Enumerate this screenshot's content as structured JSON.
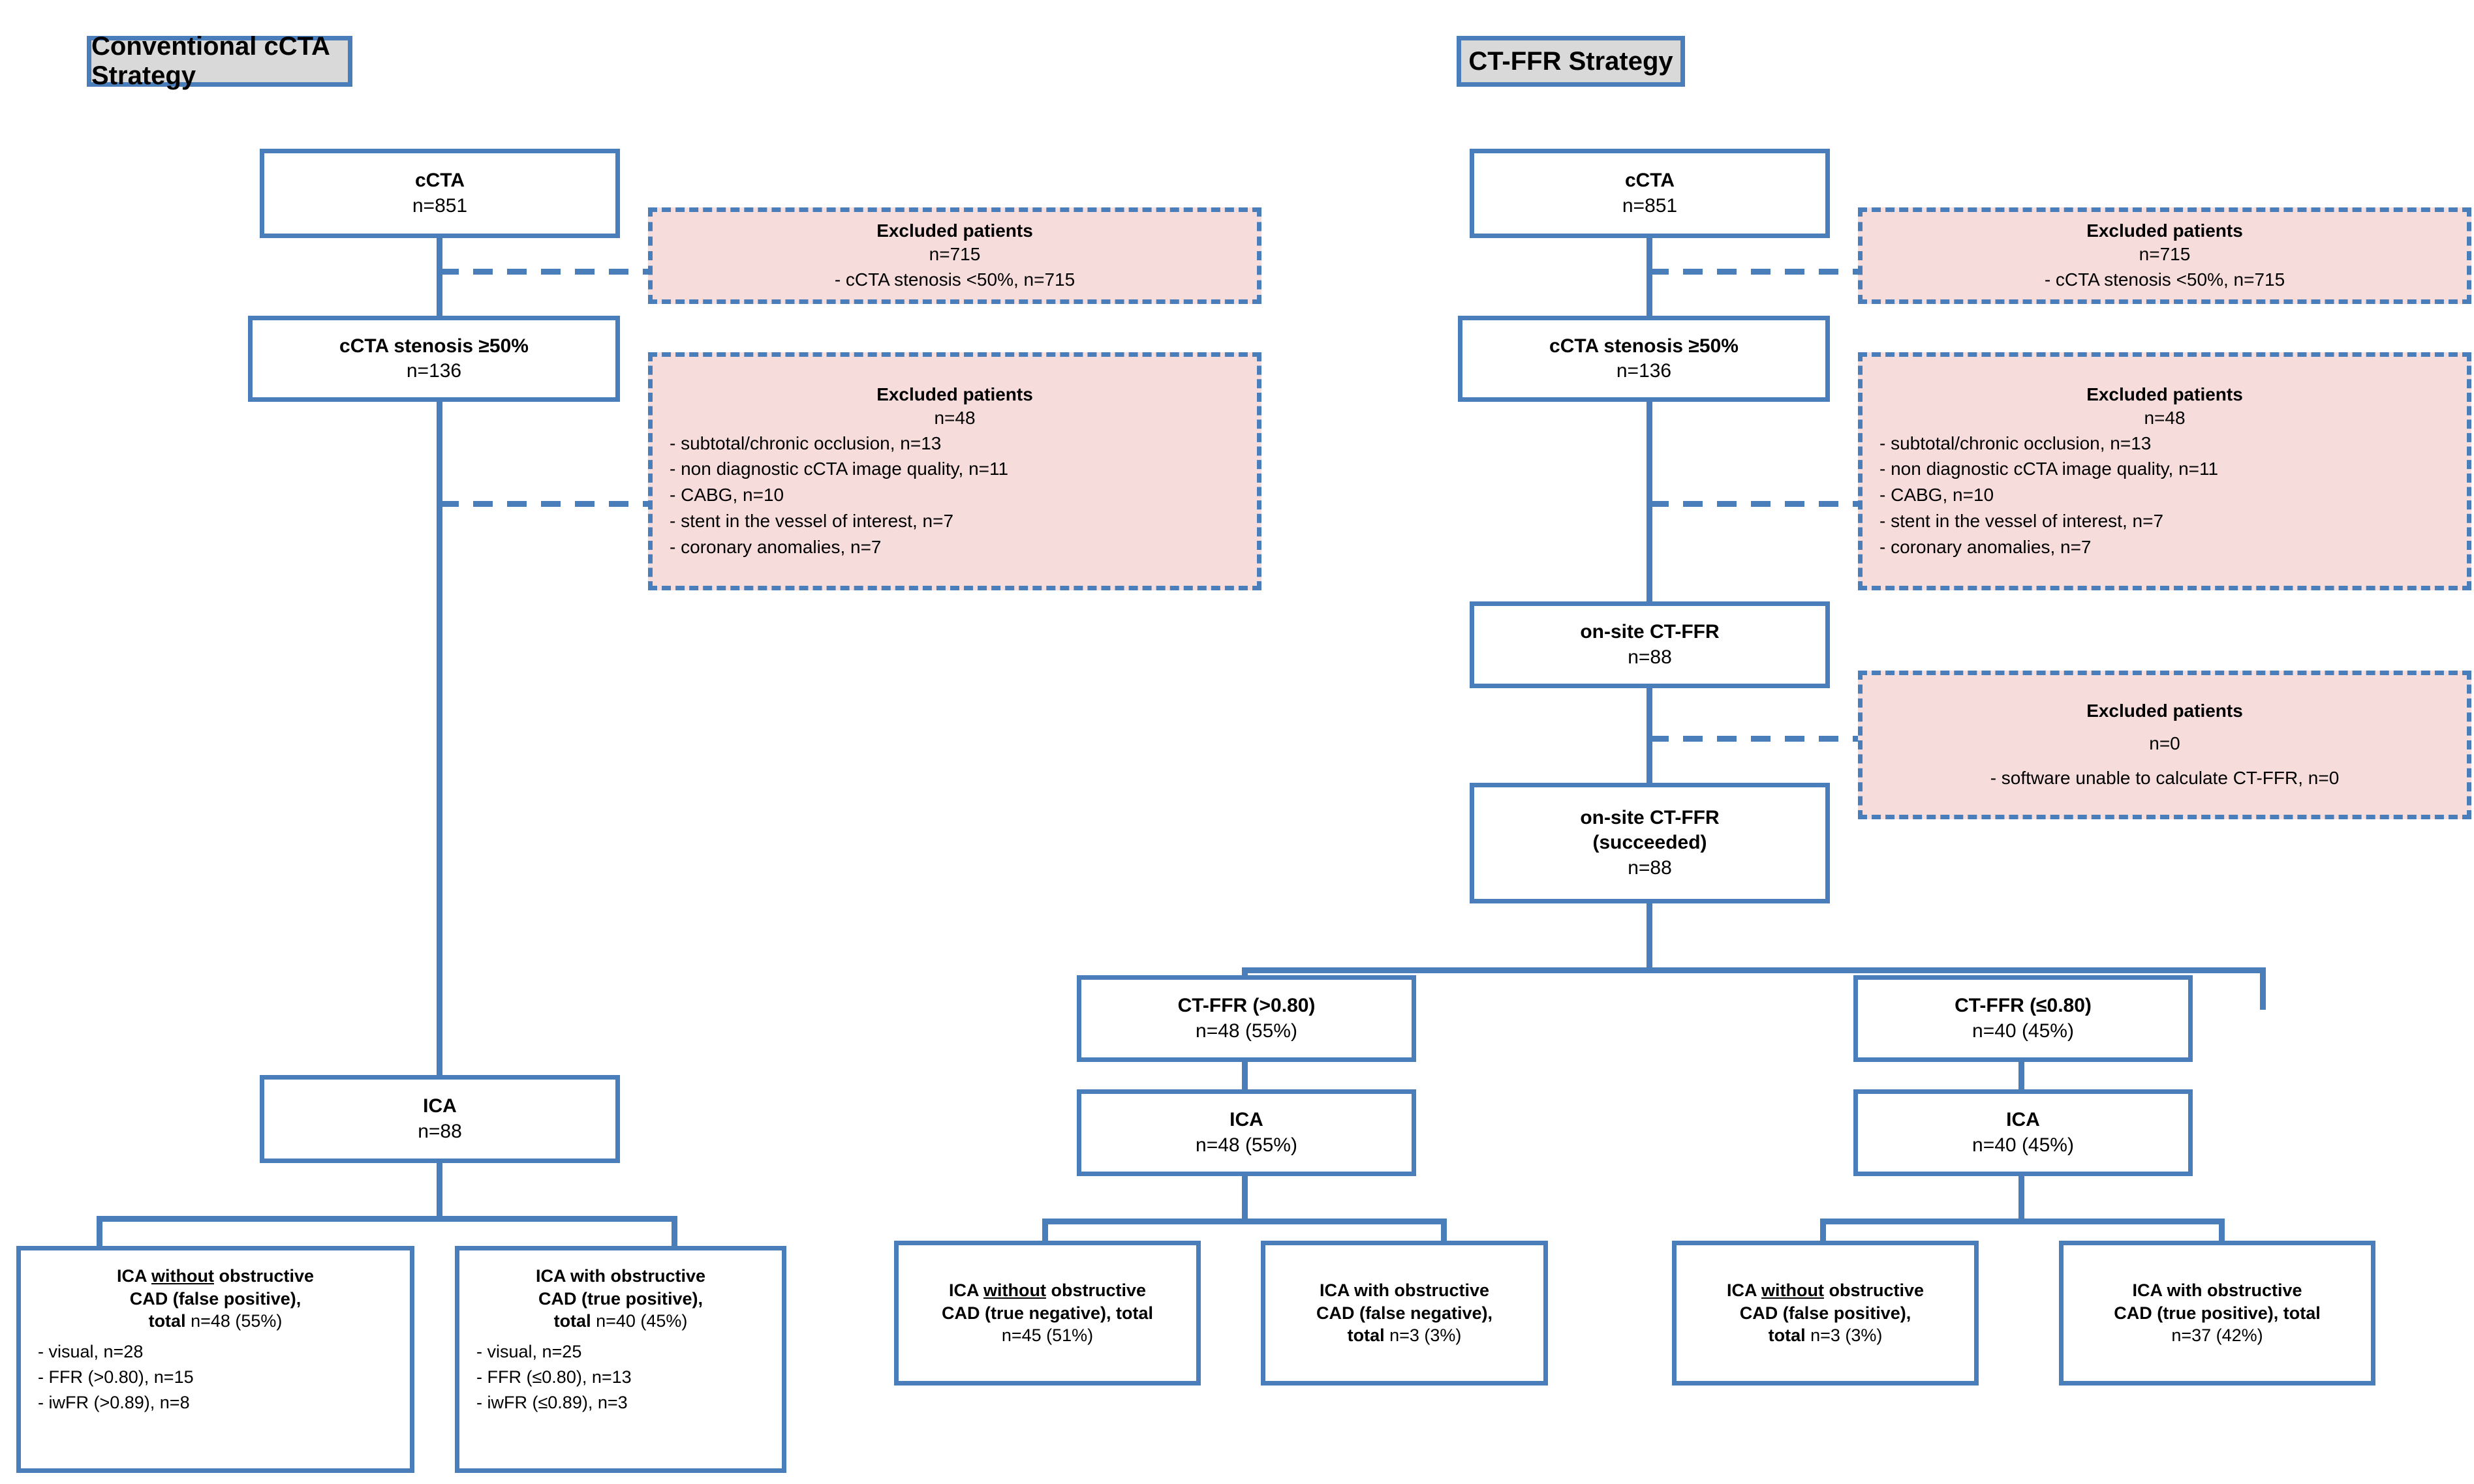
{
  "colors": {
    "border_blue": "#4a7ebb",
    "banner_fill": "#d9d9d9",
    "excluded_fill": "#f7dcdc",
    "box_fill": "#ffffff",
    "text": "#000000"
  },
  "left_panel": {
    "title": "Conventional cCTA Strategy",
    "nodes": {
      "cCTA": {
        "label": "cCTA",
        "n": "n=851"
      },
      "stenosis": {
        "label": "cCTA stenosis ≥50%",
        "n": "n=136"
      },
      "ica": {
        "label": "ICA",
        "n": "n=88"
      }
    },
    "excluded": [
      {
        "header": "Excluded patients",
        "n": "n=715",
        "items": [
          "- cCTA  stenosis <50%, n=715"
        ]
      },
      {
        "header": "Excluded patients",
        "n": "n=48",
        "items": [
          "- subtotal/chronic occlusion, n=13",
          "- non diagnostic cCTA image quality, n=11",
          "- CABG, n=10",
          "- stent in the vessel of interest, n=7",
          "- coronary anomalies, n=7"
        ]
      }
    ],
    "outcomes": [
      {
        "title_line1_pre": "ICA ",
        "title_line1_underline": "without",
        "title_line1_post": " obstructive",
        "title_line2": "CAD (false positive),",
        "title_line3_bold": "total ",
        "title_line3_rest": "n=48 (55%)",
        "items": [
          "- visual, n=28",
          "- FFR (>0.80), n=15",
          "- iwFR (>0.89), n=8"
        ]
      },
      {
        "title_line1_pre": "ICA with obstructive",
        "title_line1_underline": "",
        "title_line1_post": "",
        "title_line2": "CAD (true positive),",
        "title_line3_bold": "total ",
        "title_line3_rest": "n=40 (45%)",
        "items": [
          "- visual, n=25",
          "- FFR (≤0.80), n=13",
          "- iwFR (≤0.89), n=3"
        ]
      }
    ]
  },
  "right_panel": {
    "title": "CT-FFR Strategy",
    "nodes": {
      "cCTA": {
        "label": "cCTA",
        "n": "n=851"
      },
      "stenosis": {
        "label": "cCTA stenosis ≥50%",
        "n": "n=136"
      },
      "ctffr": {
        "label": "on-site CT-FFR",
        "n": "n=88"
      },
      "ctffr_succeeded": {
        "label1": "on-site CT-FFR",
        "label2": "(succeeded)",
        "n": "n=88"
      },
      "branch_high": {
        "label": "CT-FFR (>0.80)",
        "n": "n=48 (55%)"
      },
      "branch_low": {
        "label": "CT-FFR (≤0.80)",
        "n": "n=40 (45%)"
      },
      "ica_high": {
        "label": "ICA",
        "n": "n=48 (55%)"
      },
      "ica_low": {
        "label": "ICA",
        "n": "n=40 (45%)"
      }
    },
    "excluded": [
      {
        "header": "Excluded patients",
        "n": "n=715",
        "items": [
          "- cCTA  stenosis <50%, n=715"
        ]
      },
      {
        "header": "Excluded patients",
        "n": "n=48",
        "items": [
          "- subtotal/chronic occlusion, n=13",
          "- non diagnostic cCTA image quality, n=11",
          "- CABG, n=10",
          "- stent in the vessel of interest, n=7",
          "- coronary anomalies, n=7"
        ]
      },
      {
        "header": "Excluded patients",
        "n": "n=0",
        "items": [
          "- software unable to calculate CT-FFR, n=0"
        ]
      }
    ],
    "outcomes": [
      {
        "l1_pre": "ICA ",
        "l1_u": "without",
        "l1_post": " obstructive",
        "l2": "CAD (true negative), total",
        "l3": "n=45 (51%)"
      },
      {
        "l1_pre": "ICA with obstructive",
        "l1_u": "",
        "l1_post": "",
        "l2": "CAD (false negative),",
        "l3_bold": "total ",
        "l3": "n=3 (3%)"
      },
      {
        "l1_pre": "ICA ",
        "l1_u": "without",
        "l1_post": " obstructive",
        "l2": "CAD (false positive),",
        "l3_bold": "total ",
        "l3": "n=3 (3%)"
      },
      {
        "l1_pre": "ICA with obstructive",
        "l1_u": "",
        "l1_post": "",
        "l2": "CAD (true positive), total",
        "l3": "n=37 (42%)"
      }
    ]
  }
}
